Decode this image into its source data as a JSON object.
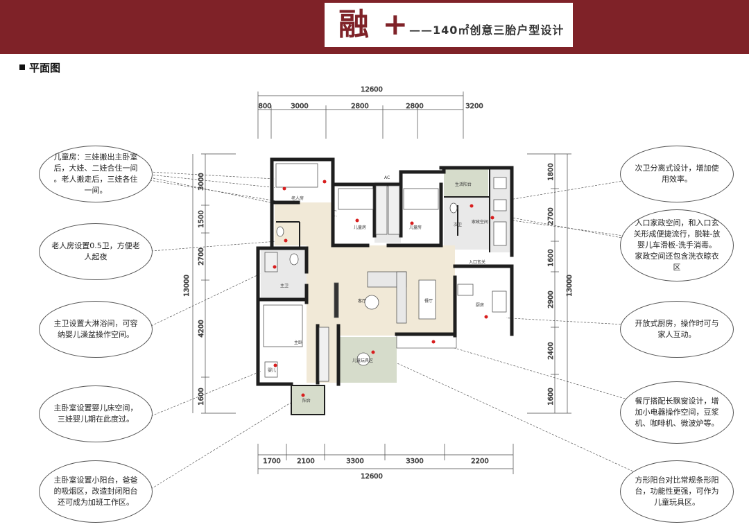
{
  "header": {
    "title_main": "融 +",
    "title_sub": "——140㎡创意三胎户型设计"
  },
  "section_title": "平面图",
  "dimensions": {
    "top_total": "12600",
    "top_segments": [
      "800",
      "3000",
      "2800",
      "2800",
      "3200"
    ],
    "bottom_total": "12600",
    "bottom_segments": [
      "1700",
      "2100",
      "3300",
      "3300",
      "2200"
    ],
    "left_total": "13000",
    "left_segments": [
      "3000",
      "1500",
      "2700",
      "4200",
      "1600"
    ],
    "right_total": "13000",
    "right_segments": [
      "1800",
      "2700",
      "1600",
      "2900",
      "2400",
      "1600"
    ]
  },
  "rooms": {
    "elder_room": "老人房",
    "kids_room_1": "儿童房",
    "kids_room_2": "儿童房",
    "living_balcony": "生活阳台",
    "housework": "家政空间",
    "second_bath": "次卫",
    "entry": "入口玄关",
    "main_bath": "主卫",
    "living": "客厅",
    "dining": "餐厅",
    "kitchen": "厨房",
    "master_bed": "主卧",
    "kids_play": "儿童玩具区",
    "master_balcony": "阳台",
    "baby": "婴儿",
    "ac": "AC"
  },
  "callouts": {
    "left": [
      {
        "lines": [
          "儿童房：三娃搬出主卧室",
          "后，大娃、二娃合住一间",
          "。老人搬走后，三娃各住",
          "一间。"
        ]
      },
      {
        "lines": [
          "老人房设置0.5卫，方便老",
          "人起夜"
        ]
      },
      {
        "lines": [
          "主卫设置大淋浴间，可容",
          "纳婴儿澡盆操作空间。"
        ]
      },
      {
        "lines": [
          "主卧室设置婴儿床空间，",
          "三娃婴儿期在此度过。"
        ]
      },
      {
        "lines": [
          "主卧室设置小阳台，爸爸",
          "的吸烟区，改造封闭阳台",
          "还可成为加班工作区。"
        ]
      }
    ],
    "right": [
      {
        "lines": [
          "次卫分离式设计，增加使",
          "用效率。"
        ]
      },
      {
        "lines": [
          "入口家政空间，和入口玄",
          "关形成便捷流行，脱鞋-放",
          "婴儿车滑板-洗手消毒。",
          "家政空间还包含洗衣晾衣",
          "区"
        ]
      },
      {
        "lines": [
          "开放式厨房，操作时可与",
          "家人互动。"
        ]
      },
      {
        "lines": [
          "餐厅搭配长飘窗设计，增",
          "加小电器操作空间，豆浆",
          "机、咖啡机、微波炉等。"
        ]
      },
      {
        "lines": [
          "方形阳台对比常规条形阳",
          "台，功能性更强，可作为",
          "儿童玩具区。"
        ]
      }
    ]
  },
  "colors": {
    "brand": "#7f2228",
    "wall": "#1e1e1e",
    "floor_wood": "#f1e9d7",
    "balcony": "#d6dccb",
    "wet": "#e9e9e9",
    "marker": "#d81e1e"
  }
}
